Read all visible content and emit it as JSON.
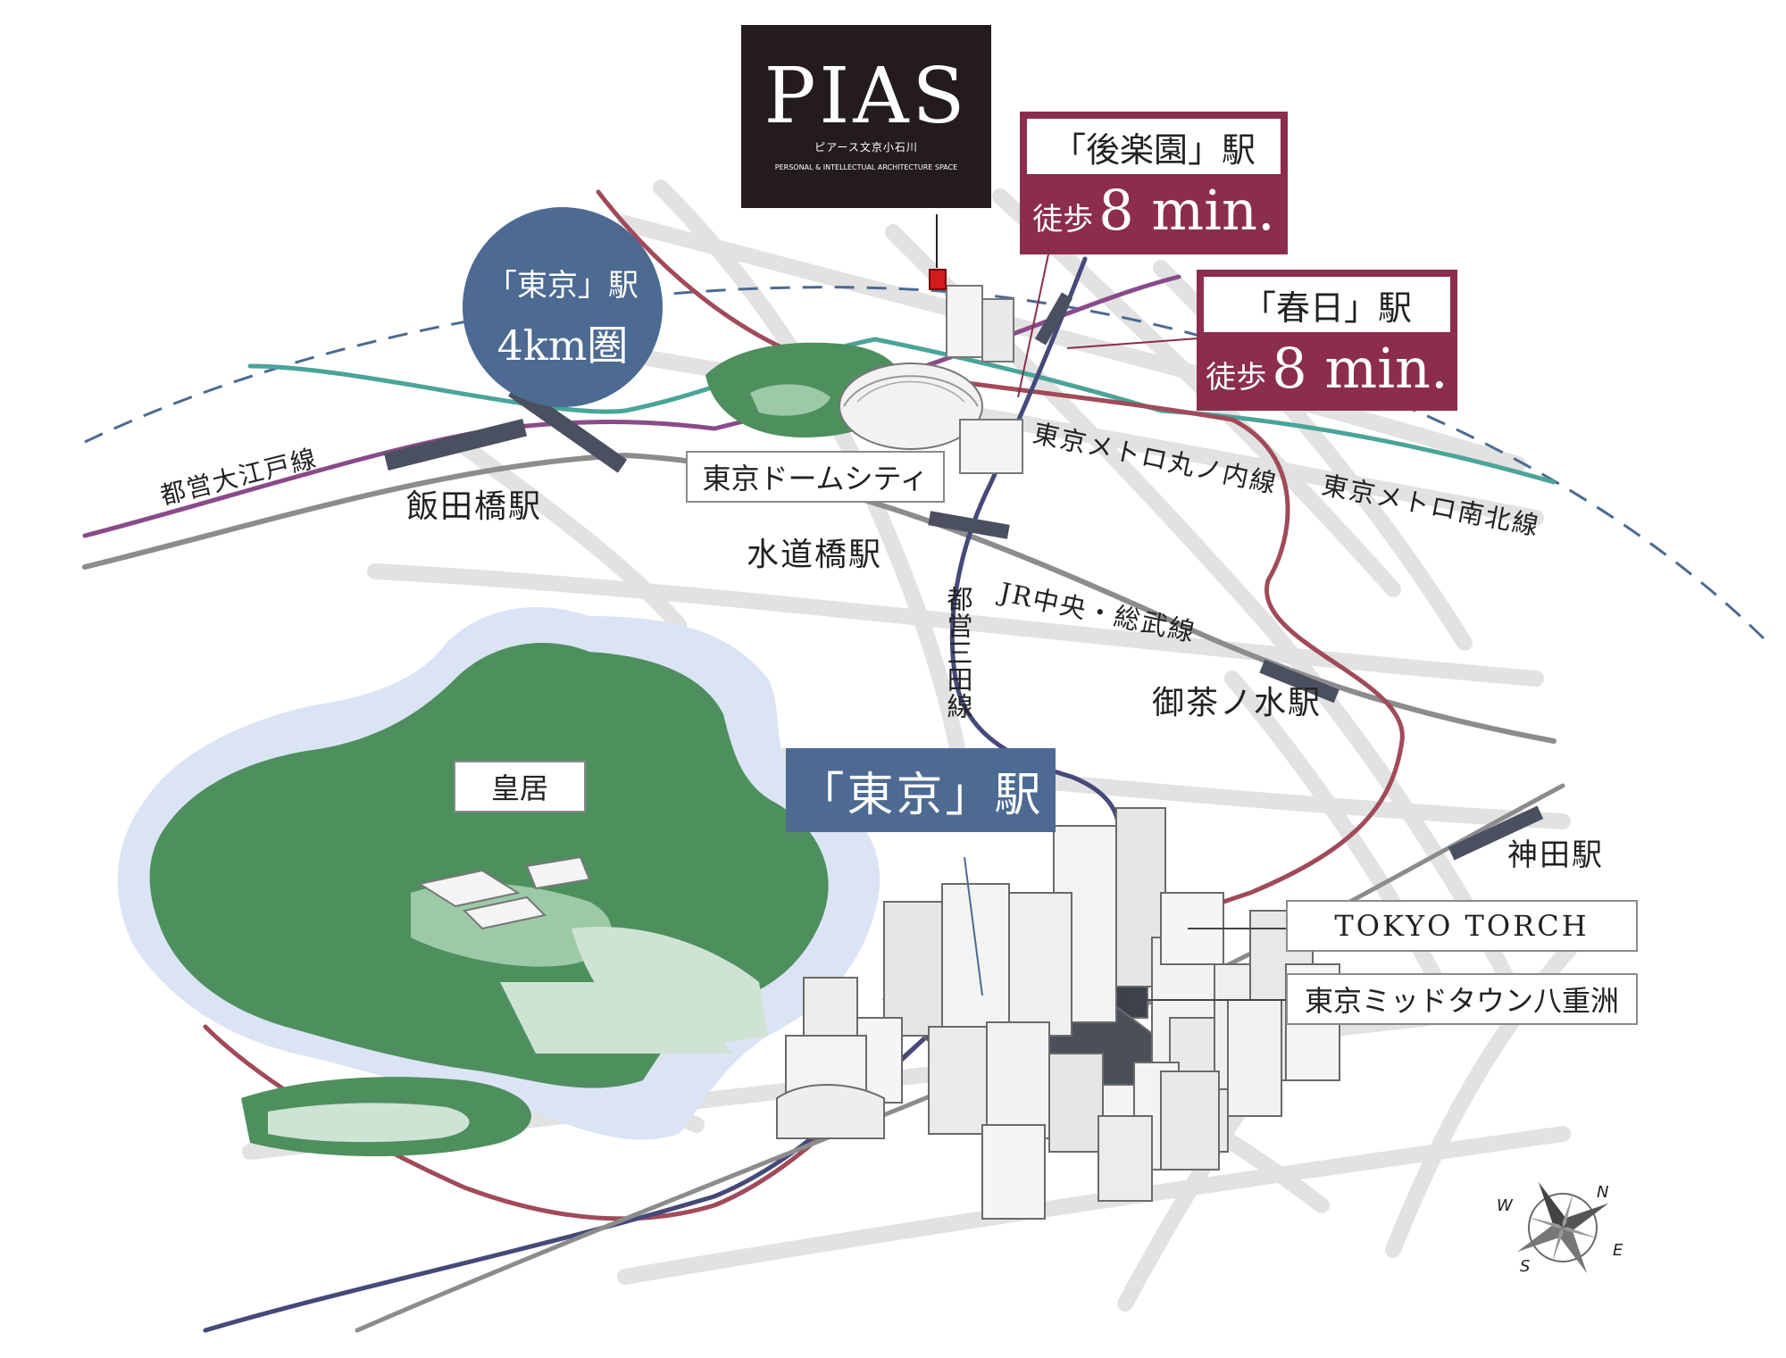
{
  "colors": {
    "maroon": "#8b2d4b",
    "navy": "#4c6a92",
    "line_maroon": "#a04a5a",
    "line_teal": "#4aa49a",
    "line_purple": "#8a4a8a",
    "line_navy": "#45497a",
    "line_gray": "#8c8c8c",
    "park": "#4e8f5e",
    "water": "#dbe4f4"
  },
  "logo": {
    "name": "PIAS",
    "sub": "ピアース文京小石川",
    "tagline": "PERSONAL & INTELLECTUAL ARCHITECTURE SPACE"
  },
  "stations": {
    "korakuen": {
      "name": "「後楽園」駅",
      "walk": "徒歩",
      "time": "8 min."
    },
    "kasuga": {
      "name": "「春日」駅",
      "walk": "徒歩",
      "time": "8 min."
    },
    "tokyo_main": "「東京」駅"
  },
  "radius": {
    "line1": "「東京」駅",
    "line2": "4km圏"
  },
  "labels": {
    "oedo": "都営大江戸線",
    "iidabashi": "飯田橋駅",
    "tokyo_dome": "東京ドームシティ",
    "suidobashi": "水道橋駅",
    "marunouchi": "東京メトロ丸ノ内線",
    "namboku": "東京メトロ南北線",
    "jr_chuo": "JR中央・総武線",
    "mita": "都営三田線",
    "ochanomizu": "御茶ノ水駅",
    "kokyo": "皇居",
    "kanda": "神田駅",
    "tokyo_torch": "TOKYO TORCH",
    "midtown": "東京ミッドタウン八重洲"
  },
  "compass": {
    "n": "N",
    "s": "S",
    "e": "E",
    "w": "W"
  }
}
